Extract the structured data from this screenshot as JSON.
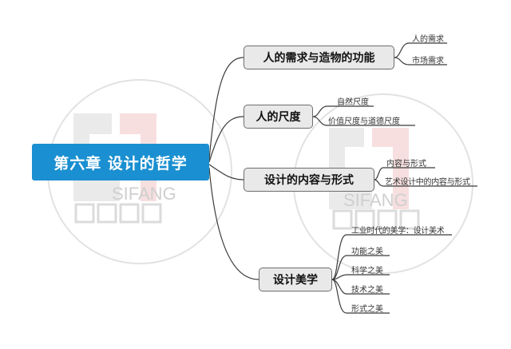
{
  "root": {
    "label": "第六章 设计的哲学"
  },
  "topics": [
    {
      "label": "人的需求与造物的功能",
      "children": [
        "人的需求",
        "市场需求"
      ]
    },
    {
      "label": "人的尺度",
      "children": [
        "自然尺度",
        "价值尺度与道德尺度"
      ]
    },
    {
      "label": "设计的内容与形式",
      "children": [
        "内容与形式",
        "艺术设计中的内容与形式"
      ]
    },
    {
      "label": "设计美学",
      "children": [
        "工业时代的美学：设计美术",
        "功能之美",
        "科学之美",
        "技术之美",
        "形式之美"
      ]
    }
  ],
  "watermark": {
    "brand": "SIFANG",
    "logo_name": "四方手稿"
  },
  "colors": {
    "root_fill": "#1a8fd1",
    "topic_fill": "#e9e9e9",
    "topic_border": "#6d6d6d",
    "connector": "#3a3a3a",
    "watermark": "#d8d8d8",
    "watermark_accent": "#f0c8c8"
  }
}
